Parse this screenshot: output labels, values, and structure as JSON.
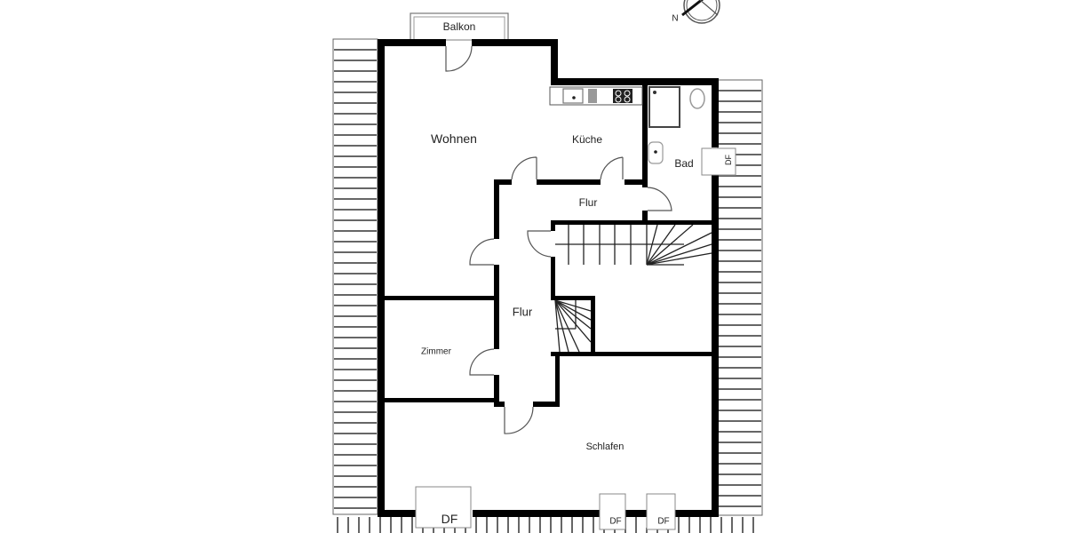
{
  "plan": {
    "rooms": {
      "balkon": "Balkon",
      "wohnen": "Wohnen",
      "kueche": "Küche",
      "bad": "Bad",
      "flur_top": "Flur",
      "flur_mid": "Flur",
      "zimmer": "Zimmer",
      "schlafen": "Schlafen"
    },
    "windows": {
      "df_bad": "DF",
      "df_bottom_large": "DF",
      "df_bottom_1": "DF",
      "df_bottom_2": "DF"
    },
    "compass": {
      "north_label": "N"
    }
  }
}
